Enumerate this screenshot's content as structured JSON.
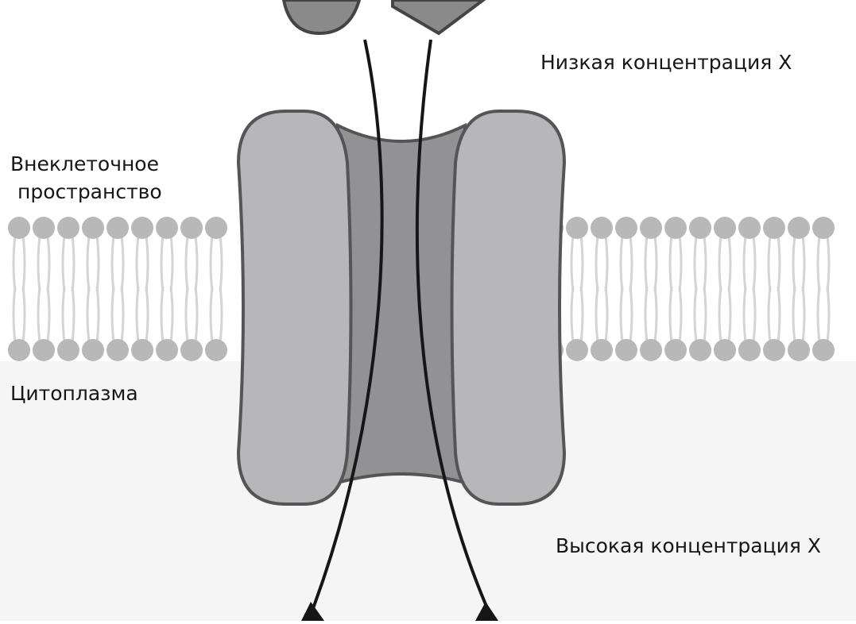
{
  "labels": {
    "low_concentration": "Низкая концентрация X",
    "extracellular_line1": "Внеклеточное",
    "extracellular_line2": "пространство",
    "cytoplasm": "Цитоплазма",
    "high_concentration": "Высокая концентрация X"
  },
  "colors": {
    "cytoplasm_background": "#f5f5f5",
    "phospholipid_head": "#b8b8b8",
    "phospholipid_tail": "#d4d4d4",
    "protein_subunit": "#b7b7b9",
    "protein_channel": "#929294",
    "protein_outline": "#555555",
    "molecule": "#8a8a8a",
    "arrow": "#161616"
  }
}
